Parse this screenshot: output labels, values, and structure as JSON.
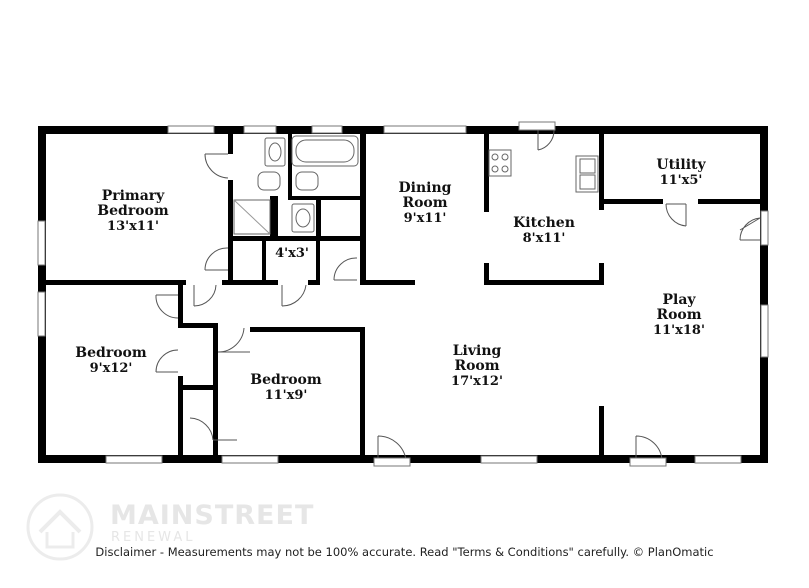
{
  "rooms": {
    "primary_bedroom": {
      "line1": "Primary",
      "line2": "Bedroom",
      "dim": "13'x11'"
    },
    "bath_small": {
      "dim": "4'x3'"
    },
    "dining_room": {
      "line1": "Dining",
      "line2": "Room",
      "dim": "9'x11'"
    },
    "kitchen": {
      "line1": "Kitchen",
      "dim": "8'x11'"
    },
    "utility": {
      "line1": "Utility",
      "dim": "11'x5'"
    },
    "play_room": {
      "line1": "Play",
      "line2": "Room",
      "dim": "11'x18'"
    },
    "living_room": {
      "line1": "Living",
      "line2": "Room",
      "dim": "17'x12'"
    },
    "bedroom_left": {
      "line1": "Bedroom",
      "dim": "9'x12'"
    },
    "bedroom_center": {
      "line1": "Bedroom",
      "dim": "11'x9'"
    }
  },
  "watermark": {
    "name": "MAINSTREET",
    "sub": "RENEWAL"
  },
  "disclaimer": "Disclaimer - Measurements may not be 100% accurate. Read \"Terms & Conditions\" carefully. © PlanOmatic",
  "colors": {
    "wall": "#000000",
    "background": "#ffffff",
    "watermark": "#e6e6e6"
  }
}
